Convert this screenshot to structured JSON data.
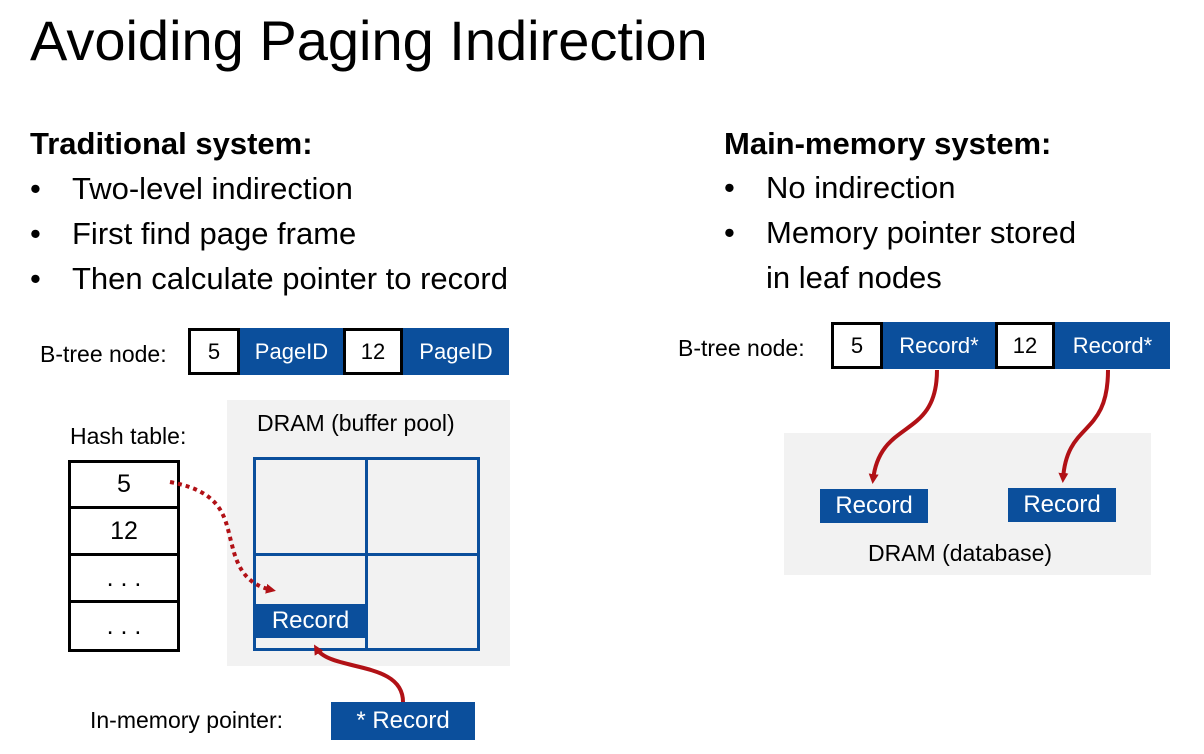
{
  "title": "Avoiding Paging Indirection",
  "traditional": {
    "heading": "Traditional system:",
    "bullets": [
      "Two-level indirection",
      "First find page frame",
      "Then calculate pointer to record"
    ],
    "btree_label": "B-tree node:",
    "btree_cells": [
      "5",
      "PageID",
      "12",
      "PageID"
    ],
    "hash_label": "Hash table:",
    "hash_rows": [
      "5",
      "12",
      ". . .",
      ". . ."
    ],
    "dram_label": "DRAM (buffer pool)",
    "record_label": "Record",
    "pointer_label": "In-memory pointer:",
    "pointer_value": "* Record"
  },
  "main_memory": {
    "heading": "Main-memory system:",
    "bullets": [
      "No indirection",
      "Memory pointer stored",
      "in leaf nodes"
    ],
    "btree_label": "B-tree node:",
    "btree_cells": [
      "5",
      "Record*",
      "12",
      "Record*"
    ],
    "records": [
      "Record",
      "Record"
    ],
    "dram_label": "DRAM (database)"
  },
  "colors": {
    "blue": "#0b4f9c",
    "arrow_red": "#b11116",
    "panel_gray": "#f2f2f2"
  }
}
